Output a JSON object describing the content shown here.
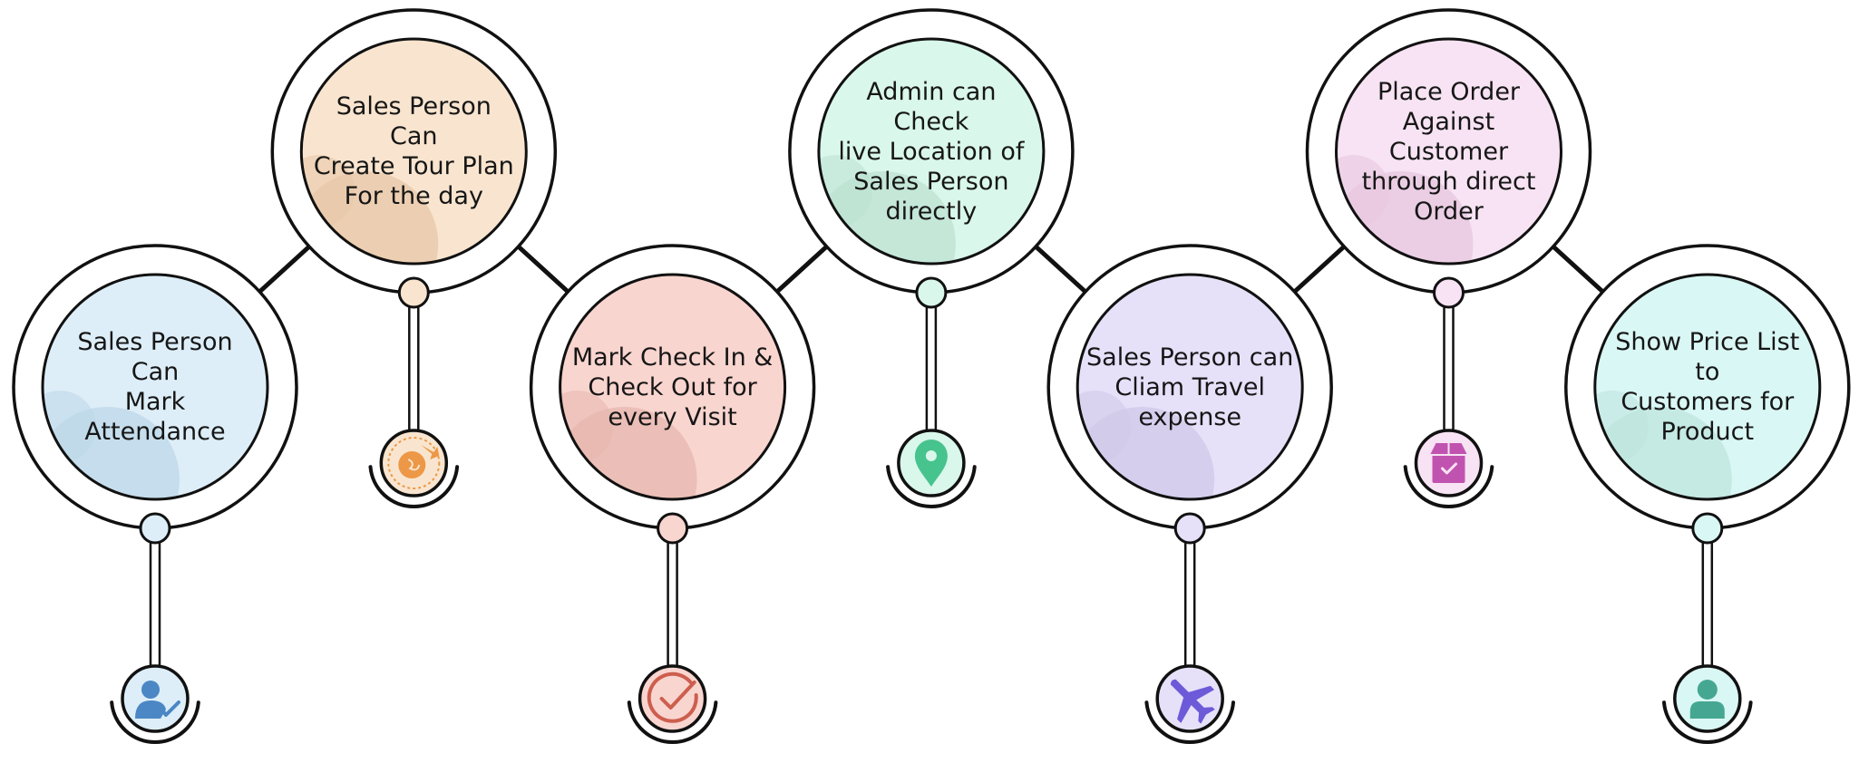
{
  "steps": [
    {
      "id": "attendance",
      "text": "Sales Person Can\nMark Attendance",
      "fill": "#ddeef8",
      "shade": "#bcd7e8",
      "accent": "#4b87c4",
      "icon": "user-check-icon",
      "position": "low"
    },
    {
      "id": "tour-plan",
      "text": "Sales Person Can\nCreate Tour Plan\nFor the day",
      "fill": "#f9e5cf",
      "shade": "#e7c7a8",
      "accent": "#ec9847",
      "icon": "tour-plan-icon",
      "position": "high"
    },
    {
      "id": "check-in-out",
      "text": "Mark Check In &\nCheck Out  for\nevery Visit",
      "fill": "#f9d5cf",
      "shade": "#e5b7af",
      "accent": "#cd5e4e",
      "icon": "check-mark-icon",
      "position": "low"
    },
    {
      "id": "live-location",
      "text": "Admin can Check\nlive Location of\nSales Person\ndirectly",
      "fill": "#d9f7eb",
      "shade": "#bce2d2",
      "accent": "#47c38e",
      "icon": "location-pin-icon",
      "position": "high"
    },
    {
      "id": "travel-expense",
      "text": "Sales Person can\nCliam Travel\nexpense",
      "fill": "#e6e1f9",
      "shade": "#cfc8e8",
      "accent": "#6d5ad8",
      "icon": "airplane-icon",
      "position": "low"
    },
    {
      "id": "place-order",
      "text": "Place Order\nAgainst Customer\nthrough direct\nOrder",
      "fill": "#f7e3f3",
      "shade": "#e7c7df",
      "accent": "#c153b0",
      "icon": "order-box-icon",
      "position": "high"
    },
    {
      "id": "price-list",
      "text": "Show Price List to\nCustomers for\nProduct",
      "fill": "#d9f7f4",
      "shade": "#bee4de",
      "accent": "#45a792",
      "icon": "customer-icon",
      "position": "low"
    }
  ]
}
